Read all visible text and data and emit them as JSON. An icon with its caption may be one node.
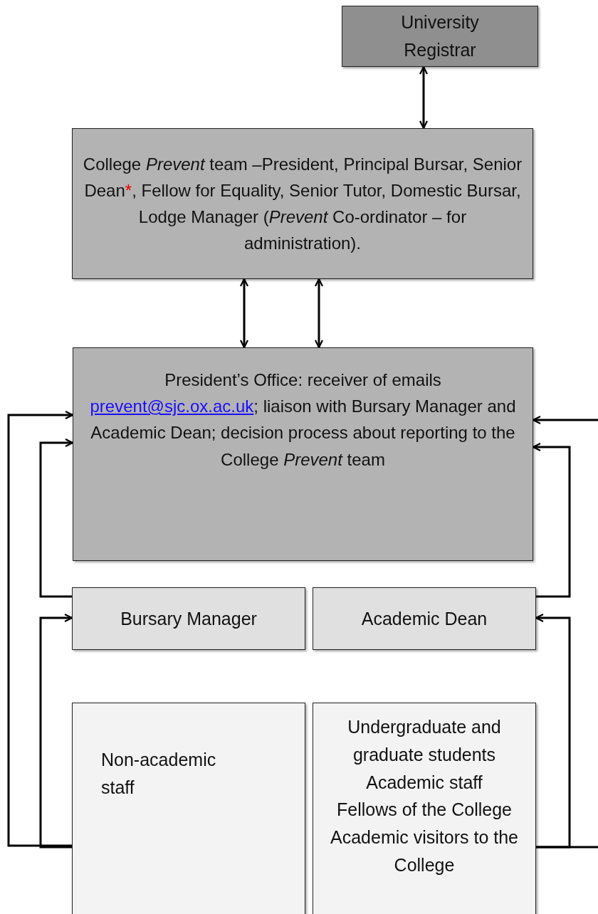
{
  "diagram": {
    "nodes": [
      {
        "text": [
          "University Registrar"
        ]
      },
      {
        "text": [
          "College *Prevent* team –President, Principal Bursar, Senior Dean*, Fellow for Equality, Senior Tutor, Domestic Bursar, Lodge Manager (*Prevent* Co-ordinator – for administration)."
        ]
      },
      {
        "text": [
          "President’s Office:  receiver of emails prevent@sjc.ox.ac.uk; liaison with Bursary Manager and Academic Dean; decision process about reporting to the College *Prevent* team"
        ]
      },
      {
        "text": [
          "Bursary Manager"
        ]
      },
      {
        "text": [
          "Academic Dean"
        ]
      },
      {
        "text": [
          "Non-academic staff"
        ]
      },
      {
        "text": [
          "Undergraduate and graduate students",
          "Academic staff",
          "Fellows of the College",
          "Academic visitors to the College"
        ]
      }
    ],
    "edges": [
      {
        "from": 1,
        "to": 0,
        "arrow": "both"
      },
      {
        "from": 2,
        "to": 1,
        "arrow": "both"
      },
      {
        "from": 2,
        "to": 1,
        "arrow": "both"
      },
      {
        "from": 5,
        "to": 2,
        "arrow": "to"
      },
      {
        "from": 3,
        "to": 2,
        "arrow": "to"
      },
      {
        "from": 5,
        "to": 3,
        "arrow": "to"
      },
      {
        "from": null,
        "to": 2,
        "arrow": "to"
      },
      {
        "from": 4,
        "to": 2,
        "arrow": "to"
      },
      {
        "from": 6,
        "to": 4,
        "arrow": "to"
      },
      {
        "from": 6,
        "to": null,
        "arrow": "none"
      }
    ]
  }
}
